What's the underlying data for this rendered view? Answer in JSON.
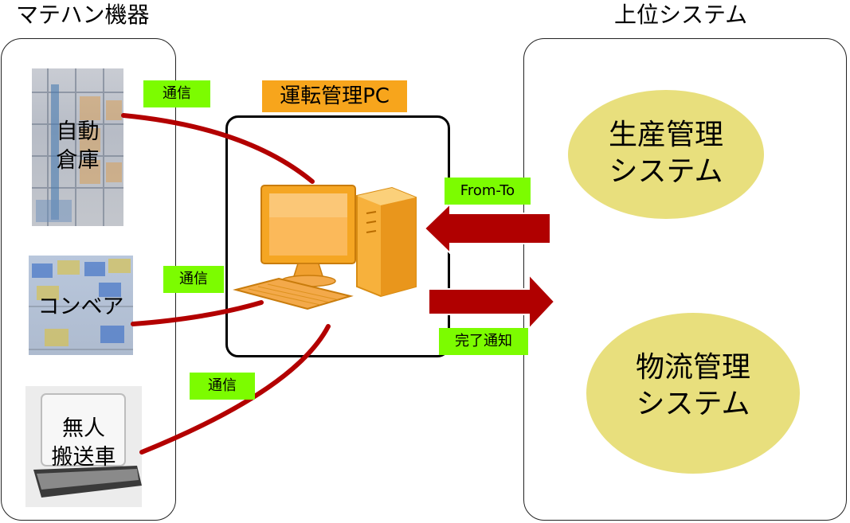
{
  "titles": {
    "left": "マテハン機器",
    "right": "上位システム"
  },
  "pc": {
    "label": "運転管理PC"
  },
  "devices": {
    "warehouse": "自動\n倉庫",
    "conveyor": "コンベア",
    "agv": "無人\n搬送車"
  },
  "links": {
    "comm_1": "通信",
    "comm_2": "通信",
    "comm_3": "通信",
    "from_to": "From-To",
    "completion": "完了通知"
  },
  "systems": {
    "production_line1": "生産管理",
    "production_line2": "システム",
    "logistics_line1": "物流管理",
    "logistics_line2": "システム"
  },
  "colors": {
    "pc_label_bg": "#f7a51c",
    "tag_bg": "#7cfc00",
    "ellipse_fill": "#e8df7d",
    "connector_red": "#b30000",
    "arrow_red": "#b00000",
    "computer_orange": "#f5a623"
  }
}
